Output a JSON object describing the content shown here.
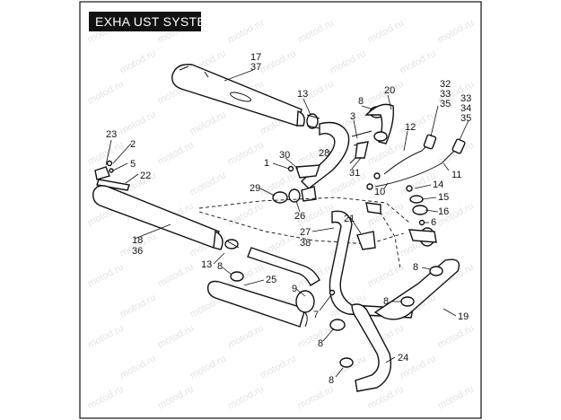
{
  "title": "EXHA UST SYSTEM",
  "watermark": "motod.ru",
  "labels": [
    {
      "id": "17",
      "text": "17"
    },
    {
      "id": "37",
      "text": "37"
    },
    {
      "id": "13a",
      "text": "13"
    },
    {
      "id": "8a",
      "text": "8"
    },
    {
      "id": "20",
      "text": "20"
    },
    {
      "id": "3",
      "text": "3"
    },
    {
      "id": "32",
      "text": "32"
    },
    {
      "id": "33a",
      "text": "33"
    },
    {
      "id": "35a",
      "text": "35"
    },
    {
      "id": "33b",
      "text": "33"
    },
    {
      "id": "34",
      "text": "34"
    },
    {
      "id": "35b",
      "text": "35"
    },
    {
      "id": "12",
      "text": "12"
    },
    {
      "id": "23",
      "text": "23"
    },
    {
      "id": "2",
      "text": "2"
    },
    {
      "id": "5",
      "text": "5"
    },
    {
      "id": "22",
      "text": "22"
    },
    {
      "id": "30",
      "text": "30"
    },
    {
      "id": "28",
      "text": "28"
    },
    {
      "id": "1",
      "text": "1"
    },
    {
      "id": "31",
      "text": "31"
    },
    {
      "id": "11",
      "text": "11"
    },
    {
      "id": "29",
      "text": "29"
    },
    {
      "id": "10",
      "text": "10"
    },
    {
      "id": "14",
      "text": "14"
    },
    {
      "id": "15",
      "text": "15"
    },
    {
      "id": "16",
      "text": "16"
    },
    {
      "id": "6",
      "text": "6"
    },
    {
      "id": "26",
      "text": "26"
    },
    {
      "id": "21",
      "text": "21"
    },
    {
      "id": "18",
      "text": "18"
    },
    {
      "id": "36",
      "text": "36"
    },
    {
      "id": "27",
      "text": "27"
    },
    {
      "id": "38",
      "text": "38"
    },
    {
      "id": "13b",
      "text": "13"
    },
    {
      "id": "8b",
      "text": "8"
    },
    {
      "id": "25",
      "text": "25"
    },
    {
      "id": "9",
      "text": "9"
    },
    {
      "id": "7",
      "text": "7"
    },
    {
      "id": "8c",
      "text": "8"
    },
    {
      "id": "8d",
      "text": "8"
    },
    {
      "id": "19",
      "text": "19"
    },
    {
      "id": "8e",
      "text": "8"
    },
    {
      "id": "24",
      "text": "24"
    },
    {
      "id": "8f",
      "text": "8"
    }
  ]
}
